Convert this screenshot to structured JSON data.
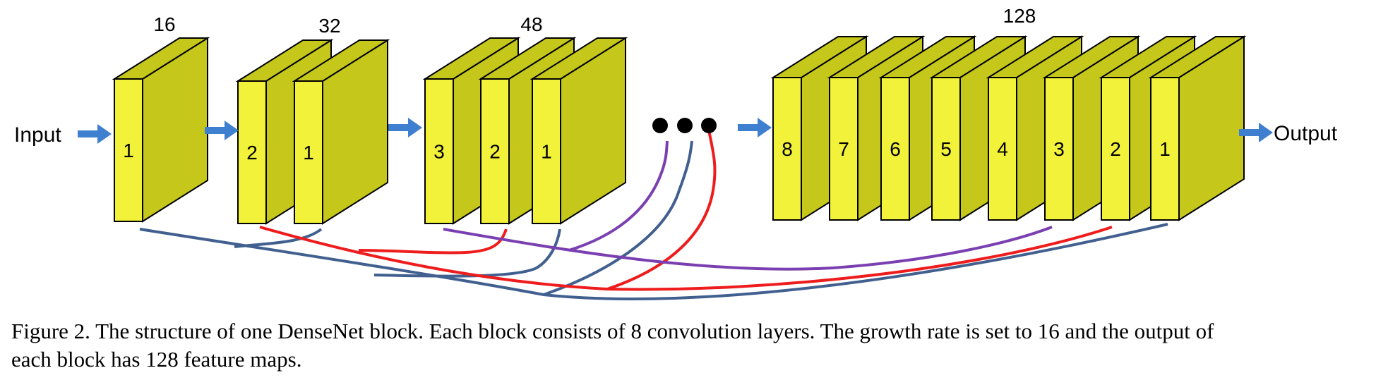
{
  "diagram": {
    "input_label": "Input",
    "output_label": "Output",
    "group_labels": [
      "16",
      "32",
      "48",
      "128"
    ],
    "layer_labels": {
      "group1": [
        "1"
      ],
      "group2": [
        "2",
        "1"
      ],
      "group3": [
        "3",
        "2",
        "1"
      ],
      "group4": [
        "8",
        "7",
        "6",
        "5",
        "4",
        "3",
        "2",
        "1"
      ]
    },
    "colors": {
      "layer_front": "#f2f23a",
      "layer_side": "#c5c81a",
      "arrow": "#3f7fcf",
      "link_blue": "#41608f",
      "link_red": "#ee1c1c",
      "link_purple": "#7a3fb0",
      "dots": "#000000"
    }
  },
  "caption": {
    "line1": "Figure 2. The structure of one DenseNet block. Each block consists of 8 convolution layers. The growth rate is set to 16 and the output of",
    "line2": "each block has 128 feature maps."
  }
}
